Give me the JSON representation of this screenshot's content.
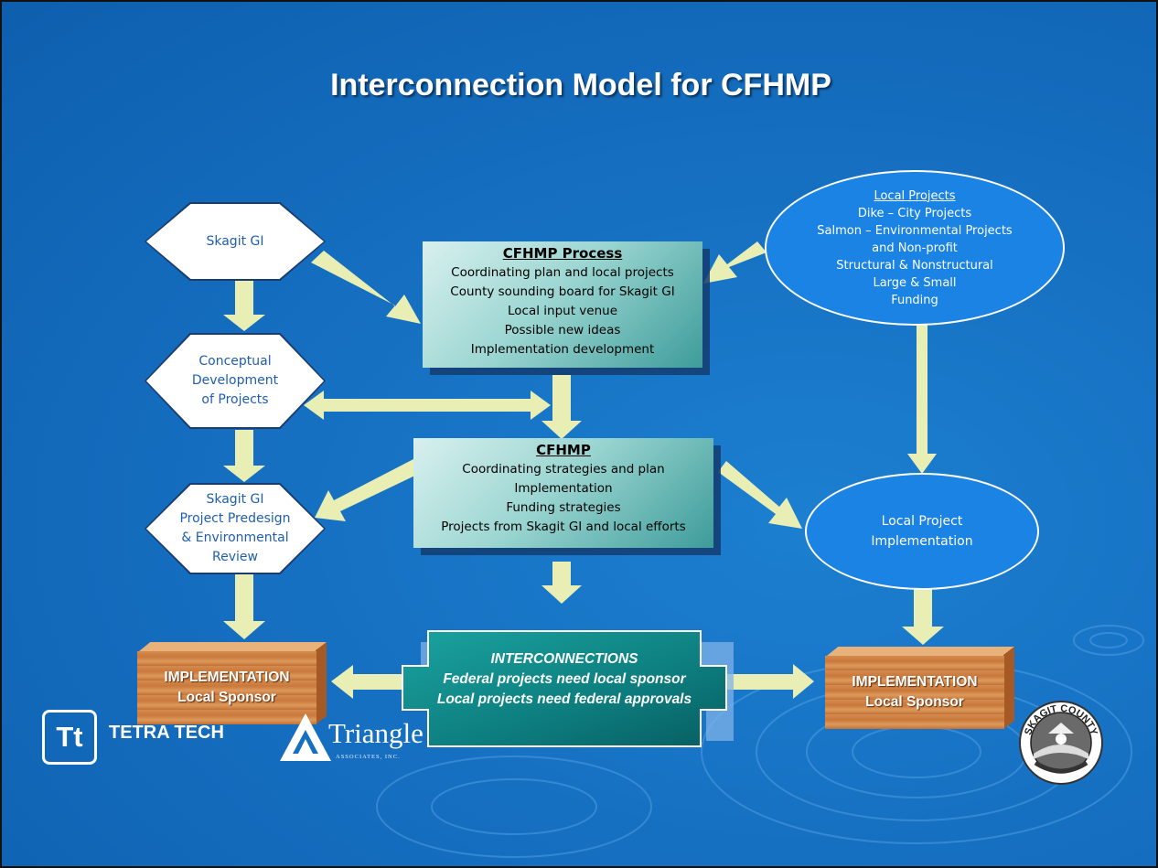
{
  "title": "Interconnection Model for CFHMP",
  "hexagons": {
    "skagit_gi": "Skagit GI",
    "conceptual": [
      "Conceptual",
      "Development",
      "of Projects"
    ],
    "predesign": [
      "Skagit GI",
      "Project Predesign",
      "& Environmental",
      "Review"
    ]
  },
  "process_box": {
    "heading": "CFHMP Process",
    "lines": [
      "Coordinating plan and local projects",
      "County sounding board for Skagit GI",
      "Local input venue",
      "Possible new ideas",
      "Implementation development"
    ]
  },
  "cfhmp_box": {
    "heading": "CFHMP",
    "lines": [
      "Coordinating strategies and plan",
      "Implementation",
      "Funding strategies",
      "Projects from Skagit GI and local efforts"
    ]
  },
  "local_projects": {
    "heading": "Local Projects",
    "lines": [
      "Dike – City Projects",
      "Salmon – Environmental Projects",
      "and Non-profit",
      "Structural & Nonstructural",
      "Large & Small",
      "Funding"
    ]
  },
  "local_impl": [
    "Local Project",
    "Implementation"
  ],
  "implementation_left": {
    "line1": "IMPLEMENTATION",
    "line2": "Local Sponsor"
  },
  "implementation_right": {
    "line1": "IMPLEMENTATION",
    "line2": "Local Sponsor"
  },
  "interconnections": {
    "heading": "INTERCONNECTIONS",
    "lines": [
      "Federal projects need local sponsor",
      "Local projects need federal approvals"
    ]
  },
  "logos": {
    "tetratech_mark": "Tt",
    "tetratech_name": "TETRA TECH",
    "triangle_name": "Triangle",
    "triangle_sub": "ASSOCIATES, INC.",
    "skagit_seal_text": "SKAGIT COUNTY"
  },
  "colors": {
    "background": "#1670c2",
    "arrow": "#e9efb4",
    "oval": "#1a83e3",
    "hex_text": "#1f5fae"
  }
}
